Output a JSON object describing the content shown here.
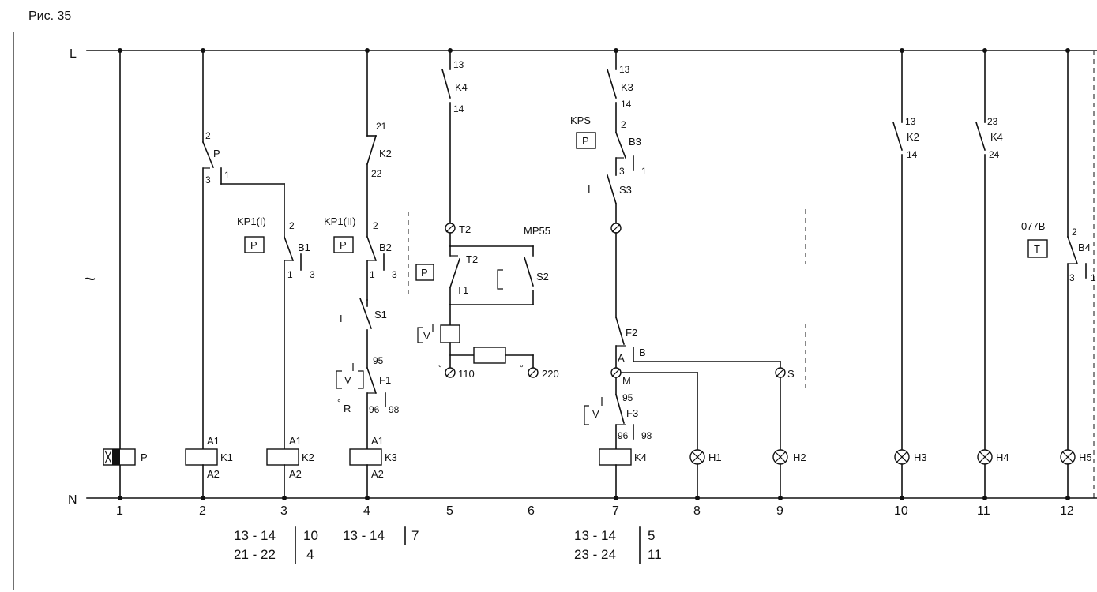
{
  "figure_label": "Рис. 35",
  "bus": {
    "line": "L",
    "neutral": "N",
    "ac_symbol": "~"
  },
  "columns": [
    "1",
    "2",
    "3",
    "4",
    "5",
    "6",
    "7",
    "8",
    "9",
    "10",
    "11",
    "12"
  ],
  "components": {
    "relay_P": {
      "coil": "P"
    },
    "coil_K1": {
      "coil": "K1",
      "a1": "A1",
      "a2": "A2"
    },
    "coil_K2": {
      "coil": "K2",
      "a1": "A1",
      "a2": "A2"
    },
    "coil_K3": {
      "coil": "K3",
      "a1": "A1",
      "a2": "A2"
    },
    "coil_K4": {
      "coil": "K4"
    },
    "contact_P": {
      "name": "P",
      "t1": "2",
      "t2": "3",
      "t3": "1"
    },
    "kp1_I": {
      "name": "KP1(I)",
      "box": "P",
      "pole": "B1",
      "t1": "2",
      "t2": "1",
      "t3": "3"
    },
    "kp1_II": {
      "name": "KP1(II)",
      "box": "P",
      "pole": "B2",
      "t1": "2",
      "t2": "1",
      "t3": "3"
    },
    "k2_21": {
      "name": "K2",
      "t1": "21",
      "t2": "22"
    },
    "s1": {
      "name": "S1",
      "act": "I"
    },
    "f1": {
      "name": "F1",
      "t1": "95",
      "t2": "96",
      "t3": "98",
      "reset": "R",
      "v": "V"
    },
    "k4_col5": {
      "name": "K4",
      "t1": "13",
      "t2": "14"
    },
    "mp55": {
      "name": "MP55",
      "box": "P",
      "t2_top": "T2",
      "t2": "T2",
      "t1": "T1",
      "s2": "S2",
      "v": "V",
      "v110": "110",
      "v220": "220"
    },
    "k3_col7": {
      "name": "K3",
      "t1": "13",
      "t2": "14"
    },
    "kps": {
      "name": "KPS",
      "box": "P",
      "pole": "B3",
      "t1": "2",
      "t2": "3",
      "t3": "1"
    },
    "s3": {
      "name": "S3",
      "act": "I"
    },
    "f2": {
      "name": "F2",
      "a": "A",
      "b": "B",
      "m": "M",
      "s": "S"
    },
    "f3": {
      "name": "F3",
      "t1": "95",
      "t2": "96",
      "t3": "98",
      "v": "V"
    },
    "lamp_H1": {
      "name": "H1"
    },
    "lamp_H2": {
      "name": "H2"
    },
    "k2_col10": {
      "name": "K2",
      "t1": "13",
      "t2": "14"
    },
    "lamp_H3": {
      "name": "H3"
    },
    "k4_col11": {
      "name": "K4",
      "t1": "23",
      "t2": "24"
    },
    "lamp_H4": {
      "name": "H4"
    },
    "t077b": {
      "name": "077B",
      "box": "T",
      "pole": "B4",
      "t1": "2",
      "t2": "3",
      "t3": "1"
    },
    "lamp_H5": {
      "name": "H5"
    }
  },
  "contact_tables": {
    "k1": {
      "rows": [
        {
          "pins": "13 - 14",
          "col": "10"
        },
        {
          "pins": "21 - 22",
          "col": "4"
        }
      ]
    },
    "k2": {
      "rows": [
        {
          "pins": "13 - 14",
          "col": "7"
        }
      ]
    },
    "k4": {
      "rows": [
        {
          "pins": "13 - 14",
          "col": "5"
        },
        {
          "pins": "23 - 24",
          "col": "11"
        }
      ]
    }
  }
}
